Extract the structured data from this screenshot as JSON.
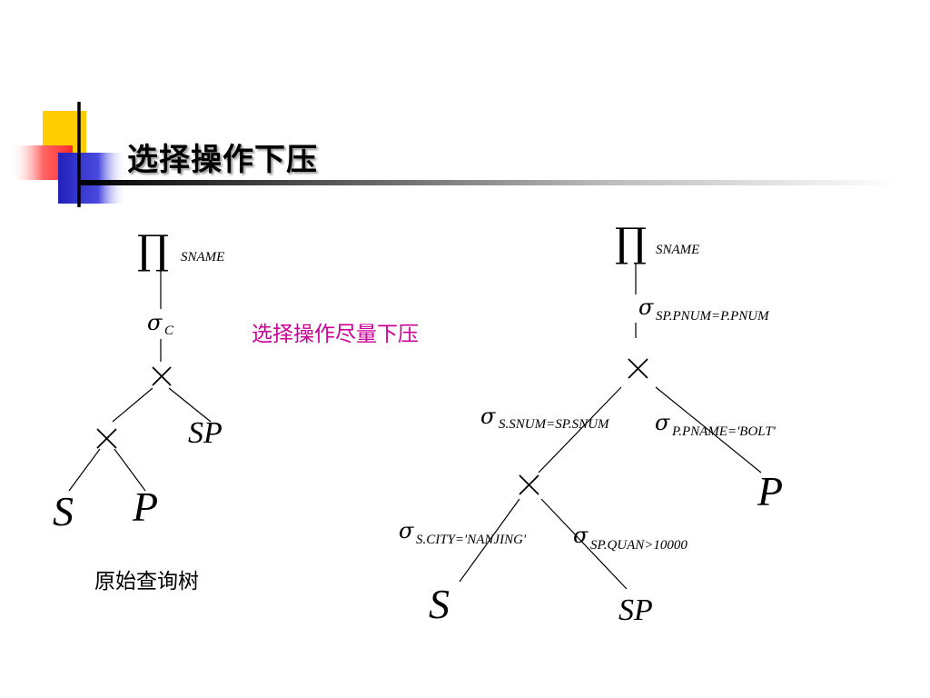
{
  "slide": {
    "title": "选择操作下压",
    "note": "选择操作尽量下压",
    "caption": "原始查询树"
  },
  "left_tree": {
    "projection": {
      "symbol": "∏",
      "subscript": "SNAME"
    },
    "selection": {
      "symbol": "σ",
      "subscript": "C"
    },
    "product_symbol": "×",
    "leaves": [
      "S",
      "P",
      "SP"
    ]
  },
  "right_tree": {
    "projection": {
      "symbol": "∏",
      "subscript": "SNAME"
    },
    "join_selection": {
      "symbol": "σ",
      "subscript": "SP.PNUM=P.PNUM"
    },
    "inner_selection": {
      "symbol": "σ",
      "subscript": "S.SNUM=SP.SNUM"
    },
    "p_selection": {
      "symbol": "σ",
      "subscript": "P.PNAME='BOLT'"
    },
    "s_selection": {
      "symbol": "σ",
      "subscript": "S.CITY='NANJING'"
    },
    "sp_selection": {
      "symbol": "σ",
      "subscript": "SP.QUAN>10000"
    },
    "product_symbol": "×",
    "leaves": [
      "S",
      "SP",
      "P"
    ]
  },
  "colors": {
    "note": "#cc0099",
    "logo_yellow": "#ffcc00",
    "logo_blue": "#3333cc",
    "logo_red": "#ff3333"
  }
}
